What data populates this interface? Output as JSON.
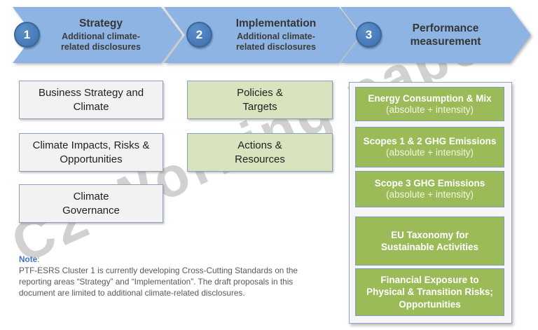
{
  "watermark": {
    "text": "C2 Working paper"
  },
  "steps": [
    {
      "number": "1",
      "title": "Strategy",
      "subtitle": "Additional climate-\nrelated disclosures"
    },
    {
      "number": "2",
      "title": "Implementation",
      "subtitle": "Additional climate-\nrelated disclosures"
    },
    {
      "number": "3",
      "title": "Performance\nmeasurement",
      "subtitle": ""
    }
  ],
  "strategy_boxes": [
    "Business Strategy and\nClimate",
    "Climate Impacts, Risks &\nOpportunities",
    "Climate\nGovernance"
  ],
  "implementation_boxes": [
    "Policies &\nTargets",
    "Actions &\nResources"
  ],
  "performance": {
    "items": [
      {
        "title": "Energy Consumption & Mix",
        "subtitle": "(absolute + intensity)"
      },
      {
        "title": "Scopes 1 & 2 GHG Emissions",
        "subtitle": "(absolute + intensity)"
      },
      {
        "title": "Scope 3 GHG Emissions",
        "subtitle": "(absolute + intensity)"
      },
      {
        "title": "EU Taxonomy for\nSustainable Activities"
      },
      {
        "title": "Financial Exposure to\nPhysical & Transition Risks;\nOpportunities"
      }
    ]
  },
  "note": {
    "label": "Note",
    "colon": ":",
    "text": "PTF-ESRS Cluster 1 is currently developing Cross-Cutting Standards on the\nreporting areas “Strategy” and “Implementation”. The draft proposals in this\ndocument are limited to additional climate-related disclosures."
  },
  "colors": {
    "chevron_blue": "#8EB4E3",
    "badge_blue": "#4A7EBB",
    "light_green": "#D7E4BD",
    "dark_green": "#9BBB59",
    "box_gray": "#F2F2F2",
    "border_blue_gray": "#8CA0BE",
    "note_blue": "#4472C4",
    "note_text_gray": "#595959",
    "watermark_gray": "#C2C2C2"
  }
}
